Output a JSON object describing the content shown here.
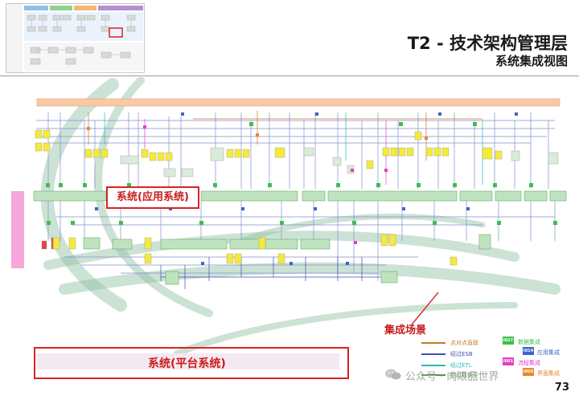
{
  "header": {
    "title": "T2 - 技术架构管理层",
    "subtitle": "系统集成视图"
  },
  "callouts": {
    "app_system": "系统(应用系统)",
    "platform_system": "系统(平台系统)",
    "integration_scene": "集成场景"
  },
  "legend": {
    "lines": [
      {
        "label": "点对点直联",
        "color": "#c97a2c"
      },
      {
        "label": "经过ESB",
        "color": "#3f4fb5"
      },
      {
        "label": "经过ETL",
        "color": "#2cb8b0"
      },
      {
        "label": "经过数据平",
        "color": "#4f9a3c"
      }
    ],
    "badges": [
      {
        "code": "I027",
        "label": "数据集成",
        "color": "#3fbf4a"
      },
      {
        "code": "I014",
        "label": "应用集成",
        "color": "#3f63c9"
      },
      {
        "code": "I001",
        "label": "流程集成",
        "color": "#e23fc8"
      },
      {
        "code": "I003",
        "label": "界面集成",
        "color": "#e8862a"
      }
    ]
  },
  "watermark": "公众号 · 肉眼品世界",
  "page_number": "73",
  "colors": {
    "orange_bar": "#f8c9a6",
    "pink_block": "#f6a7da",
    "system_box": "#bfe3bf",
    "yellow_box": "#f5ea3a",
    "callout_red": "#d92323",
    "swoosh": "#8dbfa2"
  }
}
